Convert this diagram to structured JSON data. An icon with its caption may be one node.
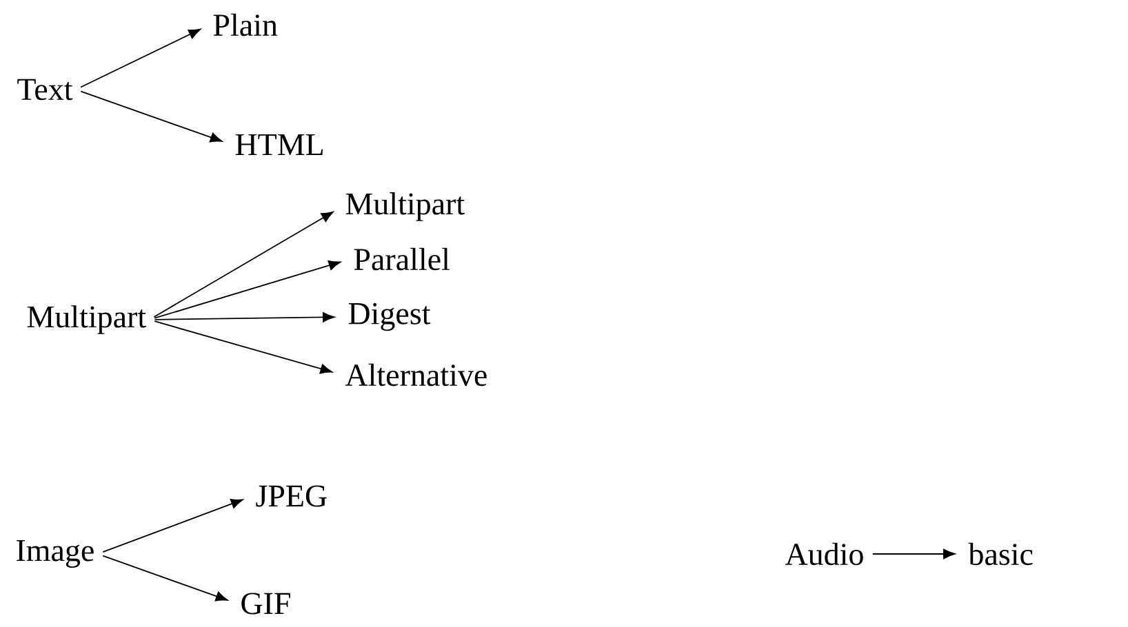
{
  "diagram": {
    "nodes": [
      {
        "text": [
          "Text"
        ]
      },
      {
        "text": [
          "Plain"
        ]
      },
      {
        "text": [
          "HTML"
        ]
      },
      {
        "text": [
          "Multipart"
        ]
      },
      {
        "text": [
          "Multipart"
        ]
      },
      {
        "text": [
          "Parallel"
        ]
      },
      {
        "text": [
          "Digest"
        ]
      },
      {
        "text": [
          "Alternative"
        ]
      },
      {
        "text": [
          "Image"
        ]
      },
      {
        "text": [
          "JPEG"
        ]
      },
      {
        "text": [
          "GIF"
        ]
      },
      {
        "text": [
          "Audio"
        ]
      },
      {
        "text": [
          "basic"
        ]
      }
    ],
    "edges": [
      {
        "from": 0,
        "to": 1,
        "arrow": "to"
      },
      {
        "from": 0,
        "to": 2,
        "arrow": "to"
      },
      {
        "from": 3,
        "to": 4,
        "arrow": "to"
      },
      {
        "from": 3,
        "to": 5,
        "arrow": "to"
      },
      {
        "from": 3,
        "to": 6,
        "arrow": "to"
      },
      {
        "from": 3,
        "to": 7,
        "arrow": "to"
      },
      {
        "from": 8,
        "to": 9,
        "arrow": "to"
      },
      {
        "from": 8,
        "to": 10,
        "arrow": "to"
      },
      {
        "from": 11,
        "to": 12,
        "arrow": "to"
      }
    ]
  }
}
